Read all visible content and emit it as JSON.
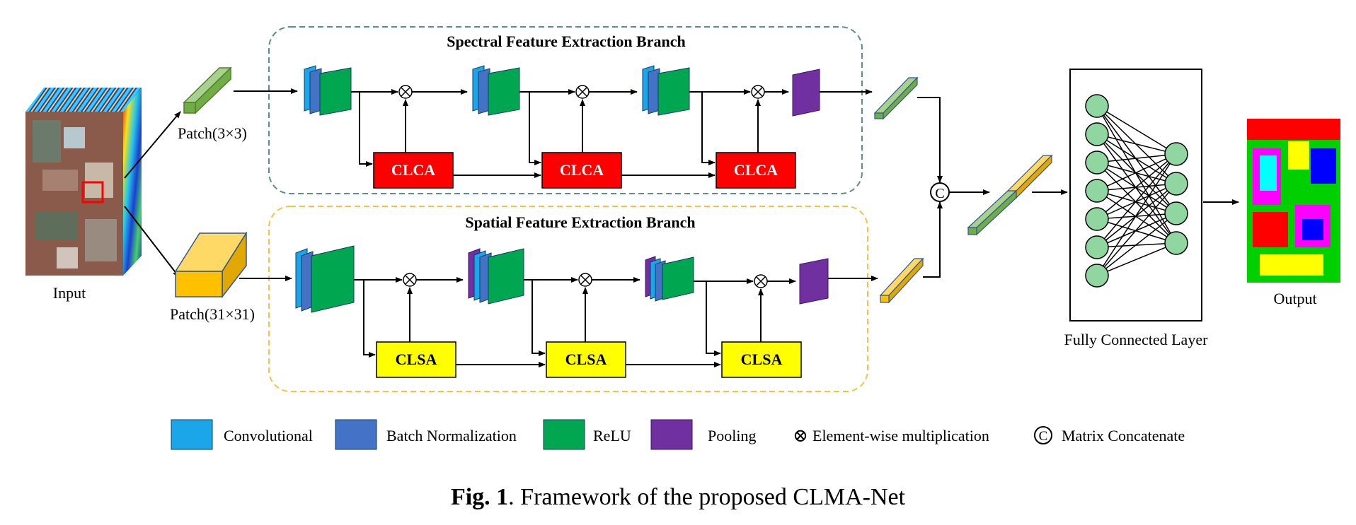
{
  "figure": {
    "spectral_branch_title": "Spectral Feature Extraction Branch",
    "spatial_branch_title": "Spatial Feature Extraction Branch",
    "input_label": "Input",
    "patch_small_label": "Patch(3×3)",
    "patch_large_label": "Patch(31×31)",
    "clca_label": "CLCA",
    "clsa_label": "CLSA",
    "fc_label": "Fully Connected Layer",
    "output_label": "Output",
    "concat_symbol": "C",
    "colors": {
      "conv": "#1aa6e8",
      "bn": "#4472c4",
      "relu": "#00a650",
      "pool": "#7030a0",
      "clca": "#ff0000",
      "clsa": "#ffff00",
      "spectral_border": "#5b8f86",
      "spatial_border": "#f5c242"
    }
  },
  "legend": {
    "conv": "Convolutional",
    "bn": "Batch Normalization",
    "relu": "ReLU",
    "pool": "Pooling",
    "mult_symbol": "⊗",
    "mult": "Element-wise multiplication",
    "concat_symbol": "C",
    "concat": "Matrix Concatenate"
  },
  "caption": {
    "prefix": "Fig. 1",
    "text": ". Framework of the proposed CLMA-Net"
  }
}
